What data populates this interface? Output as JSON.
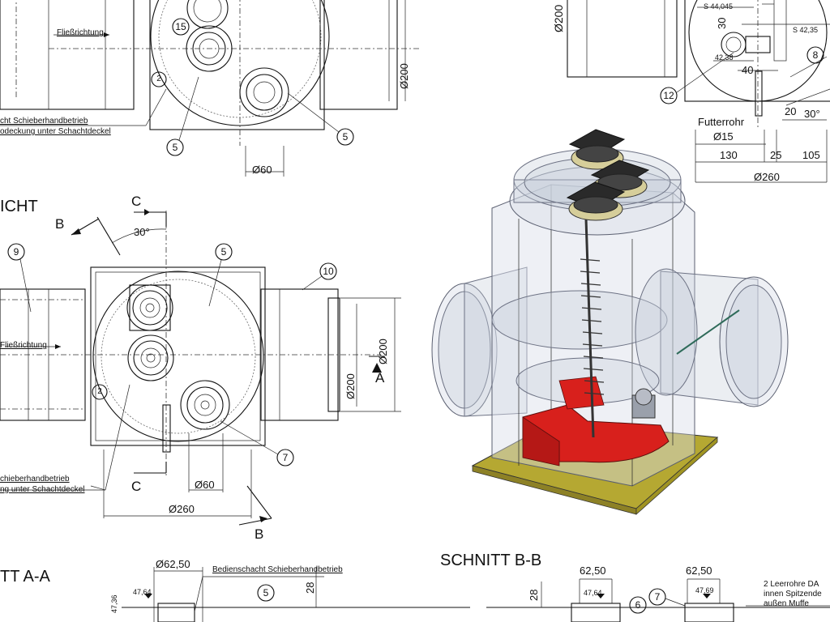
{
  "labels": {
    "fliess_top": "Fließrichtung",
    "fliess_mid": "Fließrichtung",
    "note_top_1": "cht Schieberhandbetrieb",
    "note_top_2": "odeckung unter Schachtdeckel",
    "note_mid_1": "chieberhandbetrieb",
    "note_mid_2": "ng unter Schachtdeckel",
    "ansicht": "ICHT",
    "schnitt_aa": "TT A-A",
    "schnitt_bb": "SCHNITT B-B",
    "futterrohr": "Futterrohr",
    "bedienschacht": "Bedienschacht Schieberhandbetrieb",
    "leerrohre_1": "2 Leerrohre DA",
    "leerrohre_2": "innen Spitzende",
    "leerrohre_3": "außen Muffe"
  },
  "section_letters": {
    "b_top": "B",
    "c_top": "C",
    "c_bottom": "C",
    "b_bottom": "B",
    "a": "A"
  },
  "dimensions": {
    "d200_top_right": "Ø200",
    "d200_top_mid": "Ø200",
    "d60_top": "Ø60",
    "d15": "Ø15",
    "d260_right": "Ø260",
    "d130": "130",
    "d25": "25",
    "d105": "105",
    "d20": "20",
    "a30_right": "30°",
    "a30_mid": "30°",
    "d200_mid_a": "Ø200",
    "d200_mid_b": "Ø200",
    "d60_mid": "Ø60",
    "d260_mid": "Ø260",
    "d62_50_a": "Ø62,50",
    "d28_a": "28",
    "d28_b": "28",
    "d62_50_b": "62,50",
    "d62_50_c": "62,50",
    "s44": "S 44,045",
    "s42": "S 42,35",
    "v42_38": "42,38",
    "v30": "30",
    "v40": "40",
    "lvl_47_64_a": "47,64",
    "lvl_47_36": "47,36",
    "lvl_47_64_b": "47,64",
    "lvl_47_69": "47,69"
  },
  "balloons": {
    "b15": "15",
    "b5a": "5",
    "b5b": "5",
    "b12": "12",
    "b8": "8",
    "b9": "9",
    "b5c": "5",
    "b10": "10",
    "b7": "7",
    "b5d": "5",
    "b6": "6",
    "b7b": "7",
    "b2a": "2",
    "b2b": "2"
  },
  "colors": {
    "line": "#111111",
    "glass": "#d9dde8",
    "red_part": "#d8201c",
    "base_plate": "#b5a832"
  }
}
